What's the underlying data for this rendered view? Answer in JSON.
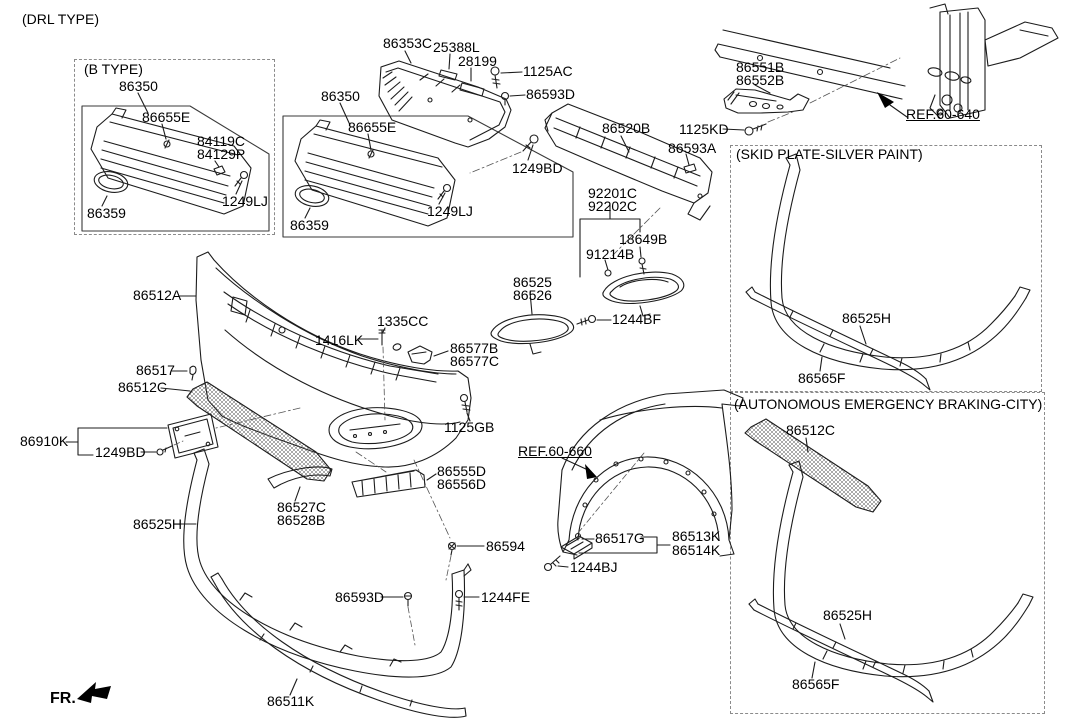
{
  "diagram_title": "(DRL TYPE)",
  "orientation_marker": "FR.",
  "boxes": {
    "b_type": "(B TYPE)",
    "skid": "(SKID PLATE-SILVER PAINT)",
    "aeb": "(AUTONOMOUS EMERGENCY BRAKING-CITY)"
  },
  "references": [
    "REF.60-640",
    "REF.60-660"
  ],
  "labels": [
    {
      "id": "drl-type-title",
      "text": "(DRL TYPE)"
    },
    {
      "id": "b-type-title",
      "text": "(B TYPE)"
    },
    {
      "id": "b-86350",
      "text": "86350"
    },
    {
      "id": "b-86655E",
      "text": "86655E"
    },
    {
      "id": "b-84119C",
      "text": "84119C"
    },
    {
      "id": "b-84129P",
      "text": "84129P"
    },
    {
      "id": "b-1249LJ",
      "text": "1249LJ"
    },
    {
      "id": "b-86359",
      "text": "86359"
    },
    {
      "id": "m-86350",
      "text": "86350"
    },
    {
      "id": "m-86655E",
      "text": "86655E"
    },
    {
      "id": "m-1249LJ",
      "text": "1249LJ"
    },
    {
      "id": "m-86359",
      "text": "86359"
    },
    {
      "id": "p-86353C",
      "text": "86353C"
    },
    {
      "id": "p-25388L",
      "text": "25388L"
    },
    {
      "id": "p-28199",
      "text": "28199"
    },
    {
      "id": "p-1125AC",
      "text": "1125AC"
    },
    {
      "id": "t-86593D",
      "text": "86593D"
    },
    {
      "id": "t-1249BD",
      "text": "1249BD"
    },
    {
      "id": "p-86520B",
      "text": "86520B"
    },
    {
      "id": "p-1125KD",
      "text": "1125KD"
    },
    {
      "id": "p-86593A",
      "text": "86593A"
    },
    {
      "id": "p-92201C",
      "text": "92201C"
    },
    {
      "id": "p-92202C",
      "text": "92202C"
    },
    {
      "id": "p-18649B",
      "text": "18649B"
    },
    {
      "id": "p-91214B",
      "text": "91214B"
    },
    {
      "id": "p-86525",
      "text": "86525"
    },
    {
      "id": "p-86526",
      "text": "86526"
    },
    {
      "id": "p-1244BF",
      "text": "1244BF"
    },
    {
      "id": "p-86551B",
      "text": "86551B"
    },
    {
      "id": "p-86552B",
      "text": "86552B"
    },
    {
      "id": "ref-60-640",
      "text": "REF.60-640"
    },
    {
      "id": "skid-title",
      "text": "(SKID PLATE-SILVER PAINT)"
    },
    {
      "id": "skid-86525H",
      "text": "86525H"
    },
    {
      "id": "skid-86565F",
      "text": "86565F"
    },
    {
      "id": "aeb-title",
      "text": "(AUTONOMOUS EMERGENCY BRAKING-CITY)"
    },
    {
      "id": "aeb-86512C",
      "text": "86512C"
    },
    {
      "id": "aeb-86525H",
      "text": "86525H"
    },
    {
      "id": "aeb-86565F",
      "text": "86565F"
    },
    {
      "id": "p-86512A",
      "text": "86512A"
    },
    {
      "id": "p-1335CC",
      "text": "1335CC"
    },
    {
      "id": "p-1416LK",
      "text": "1416LK"
    },
    {
      "id": "p-86577B",
      "text": "86577B"
    },
    {
      "id": "p-86577C",
      "text": "86577C"
    },
    {
      "id": "p-86517",
      "text": "86517"
    },
    {
      "id": "p-86512C",
      "text": "86512C"
    },
    {
      "id": "p-1125GB",
      "text": "1125GB"
    },
    {
      "id": "p-86910K",
      "text": "86910K"
    },
    {
      "id": "l-1249BD",
      "text": "1249BD"
    },
    {
      "id": "p-86555D",
      "text": "86555D"
    },
    {
      "id": "p-86556D",
      "text": "86556D"
    },
    {
      "id": "p-86527C",
      "text": "86527C"
    },
    {
      "id": "p-86528B",
      "text": "86528B"
    },
    {
      "id": "l-86525H",
      "text": "86525H"
    },
    {
      "id": "p-86594",
      "text": "86594"
    },
    {
      "id": "b-86593D",
      "text": "86593D"
    },
    {
      "id": "p-1244FE",
      "text": "1244FE"
    },
    {
      "id": "p-86511K",
      "text": "86511K"
    },
    {
      "id": "ref-60-660",
      "text": "REF.60-660"
    },
    {
      "id": "p-86517G",
      "text": "86517G"
    },
    {
      "id": "p-86513K",
      "text": "86513K"
    },
    {
      "id": "p-86514K",
      "text": "86514K"
    },
    {
      "id": "p-1244BJ",
      "text": "1244BJ"
    },
    {
      "id": "fr-marker",
      "text": "FR."
    }
  ]
}
